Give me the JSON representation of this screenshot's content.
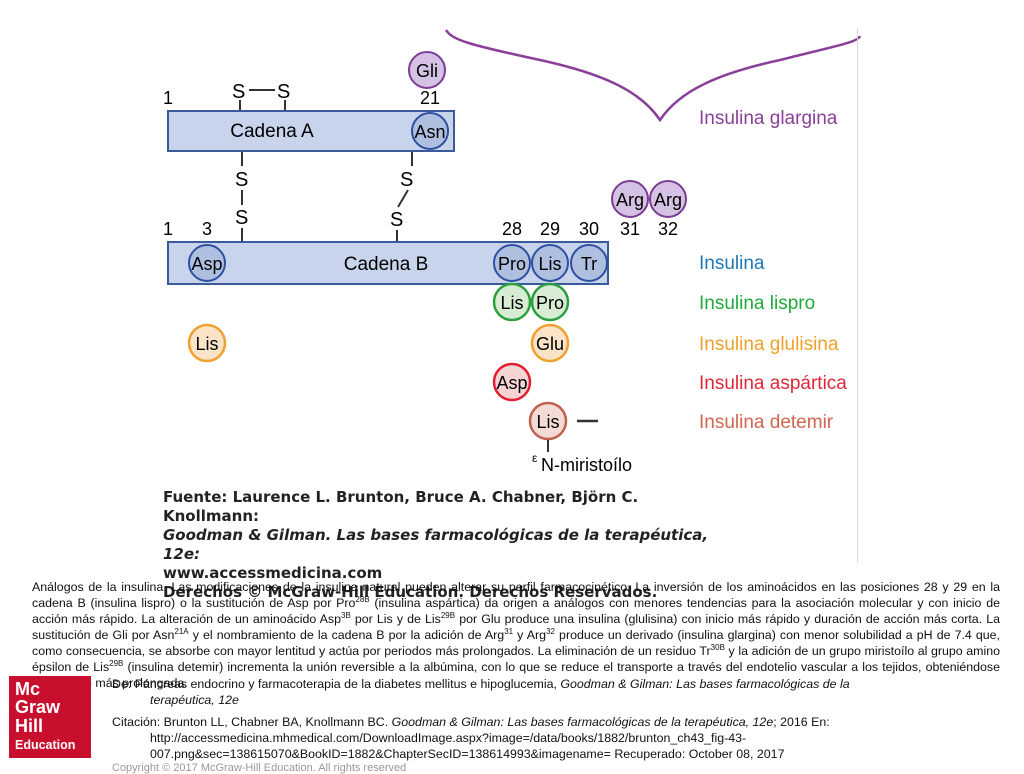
{
  "diagram": {
    "chain_a_label": "Cadena A",
    "chain_b_label": "Cadena B",
    "pos_a1": "1",
    "pos_a21": "21",
    "pos_b1": "1",
    "pos_b3": "3",
    "pos_b28": "28",
    "pos_b29": "29",
    "pos_b30": "30",
    "pos_b31": "31",
    "pos_b32": "32",
    "sulfur": "S",
    "residues": {
      "gli": "Gli",
      "asn": "Asn",
      "arg31": "Arg",
      "arg32": "Arg",
      "asp": "Asp",
      "pro": "Pro",
      "lis": "Lis",
      "tr": "Tr",
      "lispro_lis": "Lis",
      "lispro_pro": "Pro",
      "glulisina_lis": "Lis",
      "glulisina_glu": "Glu",
      "aspartica_asp": "Asp",
      "detemir_lis": "Lis"
    },
    "myristoyl_prefix": "ε",
    "myristoyl_label": "N-miristoílo",
    "legend": [
      {
        "label": "Insulina glargina",
        "color": "#8a3f98"
      },
      {
        "label": "Insulina",
        "color": "#1f78b8"
      },
      {
        "label": "Insulina lispro",
        "color": "#1faa3a"
      },
      {
        "label": "Insulina glulisina",
        "color": "#f0a02a"
      },
      {
        "label": "Insulina aspártica",
        "color": "#e0283a"
      },
      {
        "label": "Insulina detemir",
        "color": "#d06650"
      }
    ],
    "colors": {
      "chain_fill": "#c8d4ec",
      "chain_stroke": "#3a5a9a",
      "blue_circle_fill": "#aebfe0",
      "blue_circle_stroke": "#2f4fa0",
      "purple_fill": "#d5c1e3",
      "purple_stroke": "#7c3c94",
      "green_fill": "#d8ecd4",
      "green_stroke": "#2aa040",
      "orange_fill": "#fbe3c8",
      "orange_stroke": "#f0a030",
      "red_fill": "#f7d4d4",
      "red_stroke": "#e02030",
      "brown_fill": "#f3dcd6",
      "brown_stroke": "#c06050"
    }
  },
  "source": {
    "line1": "Fuente: Laurence L. Brunton, Bruce A. Chabner, Björn C. Knollmann:",
    "line2": "Goodman & Gilman. Las bases farmacológicas de la terapéutica, 12e:",
    "line3": "www.accessmedicina.com",
    "line4": "Derechos © McGraw-Hill Education. Derechos Reservados."
  },
  "caption": {
    "p1": "Análogos de la insulina. Las modificaciones de la insulina natural pueden alterar su perfil farmacocinético. La inversión de los aminoácidos en las posiciones 28 y 29 en la cadena B (insulina lispro) o la sustitución de Asp por Pro",
    "s1": "28B",
    "p2": " (insulina aspártica) da origen a análogos con menores tendencias para la asociación molecular y con inicio de acción más rápido. La alteración de un aminoácido Asp",
    "s2": "3B",
    "p3": " por Lis y de Lis",
    "s3": "29B",
    "p4": " por Glu produce una insulina (glulisina) con inicio más rápido y duración de acción más corta. La sustitución de Gli por Asn",
    "s4": "21A",
    "p5": " y el nombramiento de la cadena B por la adición de Arg",
    "s5": "31",
    "p6": " y Arg",
    "s6": "32",
    "p7": " produce un derivado (insulina glargina) con menor solubilidad a pH de 7.4 que, como consecuencia, se absorbe con mayor lentitud y actúa por periodos más prolongados. La eliminación de un residuo Tr",
    "s7": "30B",
    "p8": " y la adición de un grupo miristoílo al grupo amino épsilon de Lis",
    "s8": "29B",
    "p9": " (insulina detemir) incrementa la unión reversible a la albúmina, con lo que se reduce el transporte a través del endotelio vascular a los tejidos, obteniéndose una acción más prolongada."
  },
  "credit": {
    "prefix": "De: Páncreas endocrino y farmacoterapia de la diabetes mellitus e hipoglucemia, ",
    "book": "Goodman & Gilman: Las bases farmacológicas de la",
    "book2": "terapéutica, 12e"
  },
  "citation": {
    "prefix": "Citación: Brunton LL, Chabner BA, Knollmann BC. ",
    "book": "Goodman & Gilman: Las bases farmacológicas de la terapéutica, 12e",
    "suffix": "; 2016 En:",
    "url1": "http://accessmedicina.mhmedical.com/DownloadImage.aspx?image=/data/books/1882/brunton_ch43_fig-43-",
    "url2": "007.png&sec=138615070&BookID=1882&ChapterSecID=138614993&imagename= Recuperado: October 08, 2017"
  },
  "copyright": "Copyright © 2017 McGraw-Hill Education. All rights reserved",
  "logo": {
    "line1": "Mc",
    "line2": "Graw",
    "line3": "Hill",
    "line4": "Education"
  }
}
